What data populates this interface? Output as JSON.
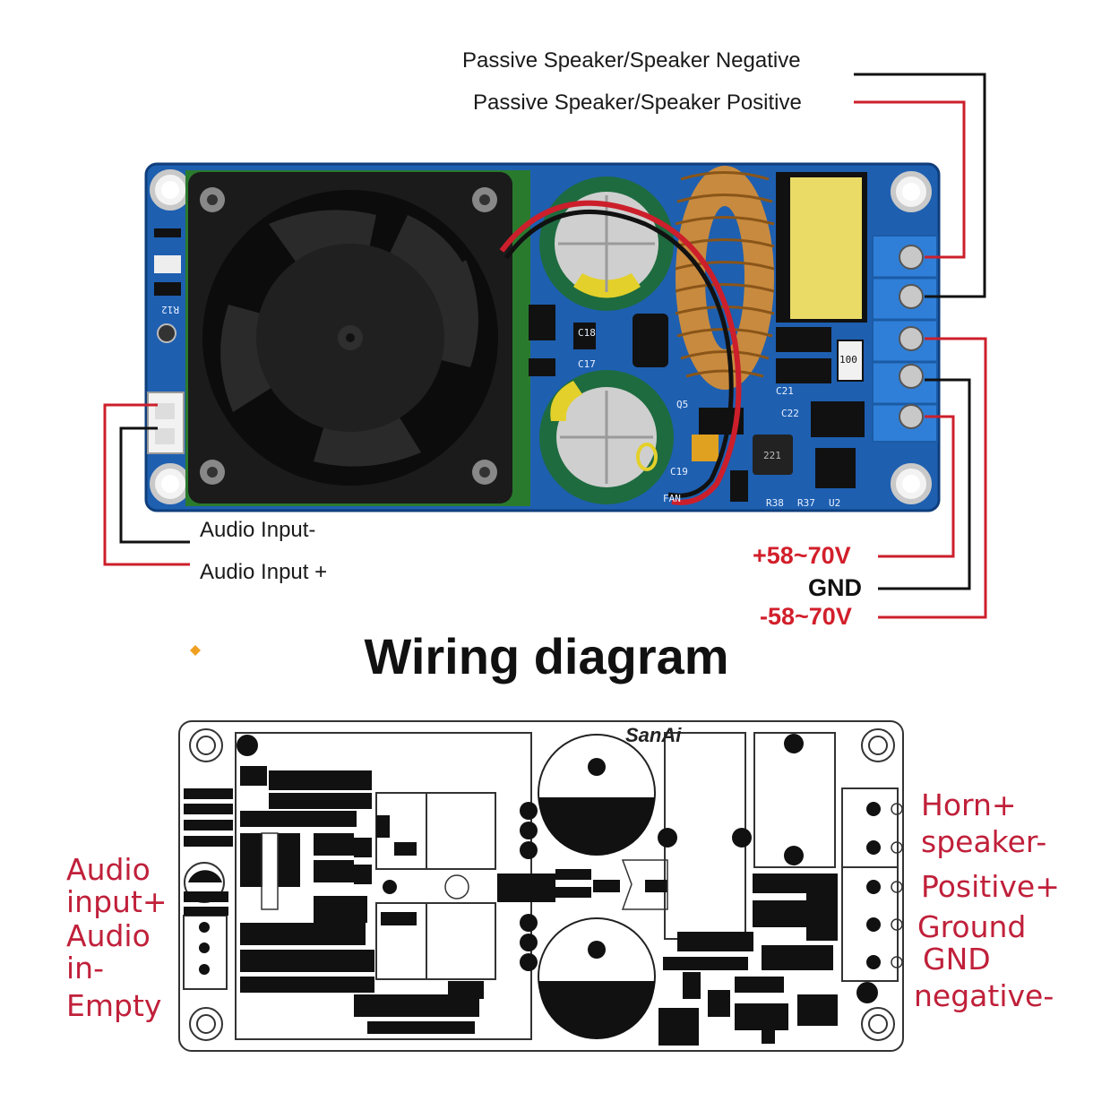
{
  "top_diagram": {
    "right_labels": {
      "speaker_negative": "Passive Speaker/Speaker Negative",
      "speaker_positive": "Passive Speaker/Speaker Positive"
    },
    "left_labels": {
      "audio_input_minus": "Audio Input-",
      "audio_input_plus": "Audio Input +"
    },
    "power_labels": {
      "positive": "+58~70V",
      "ground": "GND",
      "negative": "-58~70V"
    },
    "board_markings": {
      "r12": "R12",
      "c18": "C18",
      "c17": "C17",
      "c21": "C21",
      "c22": "C22",
      "c19": "C19",
      "q5": "Q5",
      "r37": "R37",
      "r38": "R38",
      "u2": "U2",
      "fan": "FAN",
      "coil_mark": "221",
      "cap_mark": "100"
    },
    "colors": {
      "wire_red": "#cc1f2b",
      "wire_black": "#111111",
      "pcb_blue": "#1e5fb0"
    }
  },
  "title": "Wiring diagram",
  "bottom_diagram": {
    "brand": "SanAi",
    "right_labels": [
      "Horn+",
      "speaker-",
      "Positive+",
      "Ground",
      "GND",
      "negative-"
    ],
    "left_labels": [
      "Audio",
      "input+",
      "Audio",
      "in-",
      "Empty"
    ],
    "label_color": "#c0203a"
  }
}
